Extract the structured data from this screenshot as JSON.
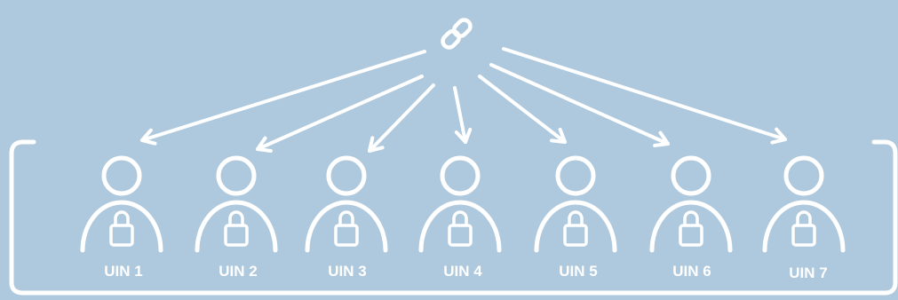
{
  "diagram": {
    "background_color": "#aec9dd",
    "line_color": "#ffffff",
    "hub_icon": "link-chain-icon",
    "user_icon": "locked-user-icon",
    "users": [
      {
        "label": "UIN 1"
      },
      {
        "label": "UIN 2"
      },
      {
        "label": "UIN 3"
      },
      {
        "label": "UIN 4"
      },
      {
        "label": "UIN 5"
      },
      {
        "label": "UIN 6"
      },
      {
        "label": "UIN 7"
      }
    ]
  }
}
